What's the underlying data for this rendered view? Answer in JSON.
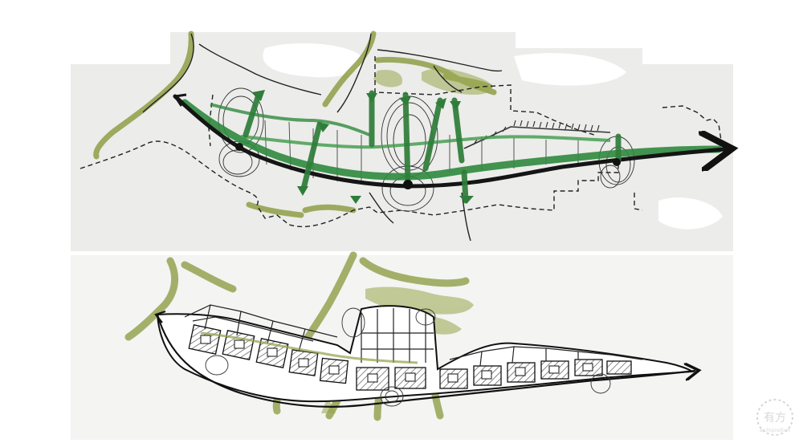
{
  "diagrams": [
    {
      "kind": "circulation-and-green-corridor-sketch"
    },
    {
      "kind": "block-massing-sketch"
    }
  ],
  "watermark": {
    "text": "有方",
    "sub": "archiposition",
    "color": "#bdbdbd"
  },
  "colors": {
    "paper": "#eeeeea",
    "green_dark": "#2f8a3e",
    "green_olive": "#8f9f47",
    "road": "#151515",
    "line": "#222222",
    "hatch": "#555555"
  }
}
